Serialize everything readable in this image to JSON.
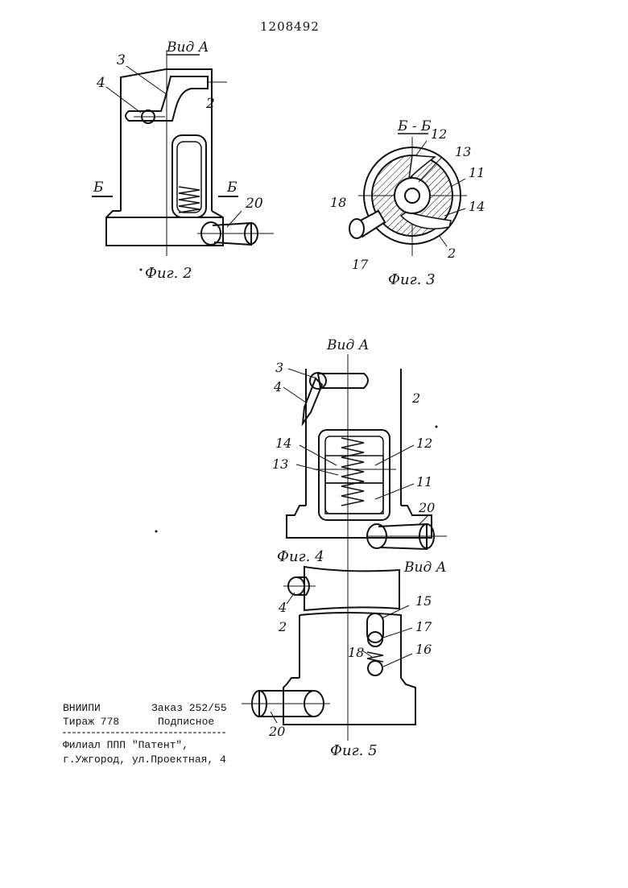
{
  "patent_number": "1208492",
  "fig2": {
    "view_label": "Вид А",
    "section_left": "Б",
    "section_right": "Б",
    "caption": "Фиг. 2",
    "callouts": {
      "c3": "3",
      "c4": "4",
      "c2": "2",
      "c20": "20"
    }
  },
  "fig3": {
    "section_label": "Б - Б",
    "caption": "Фиг. 3",
    "callouts": {
      "c12": "12",
      "c13": "13",
      "c11": "11",
      "c14": "14",
      "c18": "18",
      "c17": "17",
      "c2": "2"
    }
  },
  "fig4": {
    "view_label": "Вид А",
    "caption": "Фиг. 4",
    "callouts": {
      "c3": "3",
      "c4": "4",
      "c2": "2",
      "c14": "14",
      "c12": "12",
      "c13": "13",
      "c11": "11",
      "c20": "20"
    }
  },
  "fig5": {
    "view_label": "Вид А",
    "caption": "Фиг. 5",
    "callouts": {
      "c4": "4",
      "c15": "15",
      "c2": "2",
      "c17": "17",
      "c18": "18",
      "c16": "16",
      "c20": "20"
    }
  },
  "imprint": {
    "org": "ВНИИПИ",
    "order": "Заказ 252/55",
    "circulation": "Тираж 778",
    "subscription": "Подписное",
    "branch": "Филиал ППП \"Патент\",",
    "address": "г.Ужгород, ул.Проектная, 4"
  }
}
